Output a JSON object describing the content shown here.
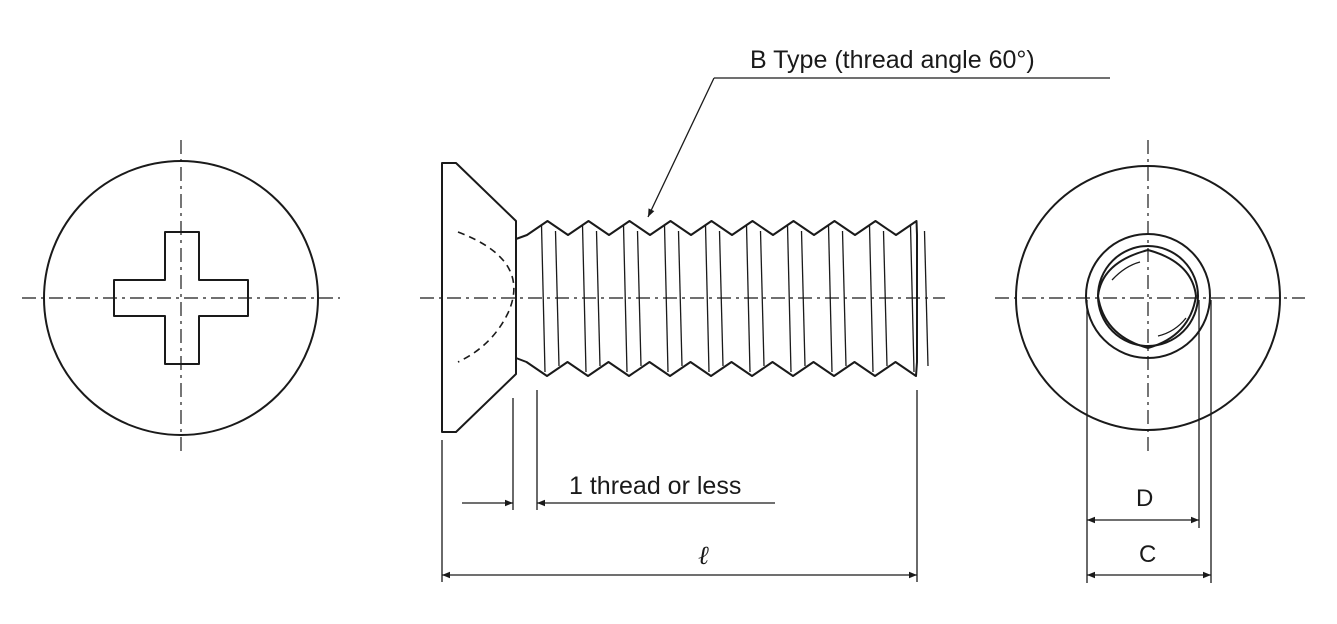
{
  "labels": {
    "thread_type": "B Type (thread angle 60°)",
    "thread_note": "1 thread or less",
    "length": "ℓ",
    "dim_d": "D",
    "dim_c": "C"
  }
}
